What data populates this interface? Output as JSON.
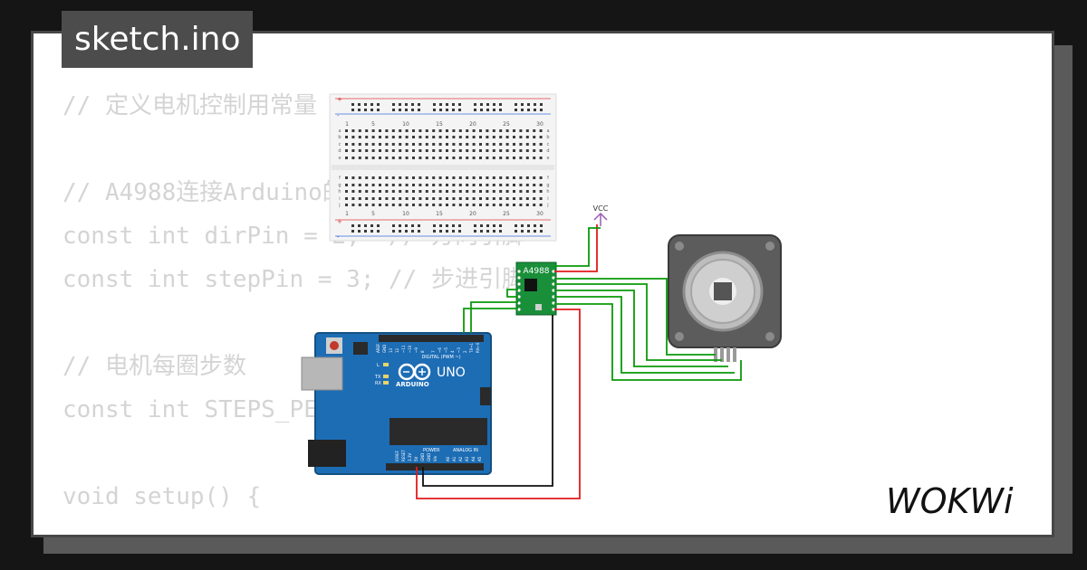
{
  "project": {
    "filename": "sketch.ino"
  },
  "code_lines": [
    "// 定义电机控制用常量",
    "",
    "// A4988连接Arduino的引脚",
    "const int dirPin = 2;  // 方向引脚",
    "const int stepPin = 3; // 步进引脚",
    "",
    "// 电机每圈步数",
    "const int STEPS_PER_REV = 200;",
    "",
    "void setup() {"
  ],
  "breadboard": {
    "column_numbers": [
      "1",
      "5",
      "10",
      "15",
      "20",
      "25",
      "30"
    ],
    "row_letters_top": [
      "a",
      "b",
      "c",
      "d",
      "e"
    ],
    "row_letters_bottom": [
      "f",
      "g",
      "h",
      "i",
      "j"
    ],
    "rail_marks": [
      "+",
      "-"
    ]
  },
  "driver": {
    "label": "A4988"
  },
  "power": {
    "vcc_label": "VCC"
  },
  "arduino": {
    "digital_header": "DIGITAL (PWM ~)",
    "pins_top": [
      "AREF",
      "GND",
      "13",
      "12",
      "~11",
      "~10",
      "~9",
      "8",
      "7",
      "~6",
      "~5",
      "4",
      "~3",
      "2",
      "TX→1",
      "RX←0"
    ],
    "model": "UNO",
    "brand": "ARDUINO",
    "leds": [
      "L",
      "TX",
      "RX"
    ],
    "power_header": "POWER",
    "analog_header": "ANALOG IN",
    "pins_power": [
      "IOREF",
      "RESET",
      "3.3V",
      "5V",
      "GND",
      "GND",
      "Vin"
    ],
    "pins_analog": [
      "A0",
      "A1",
      "A2",
      "A3",
      "A4",
      "A5"
    ]
  },
  "brand": {
    "logo_text": "WOKWi"
  },
  "colors": {
    "wire_green": "#0a9a0a",
    "wire_red": "#e01b1b",
    "wire_black": "#111111",
    "board_blue": "#1d6db5",
    "driver_green": "#1a8f3a",
    "code_text": "#d4d4d4"
  }
}
